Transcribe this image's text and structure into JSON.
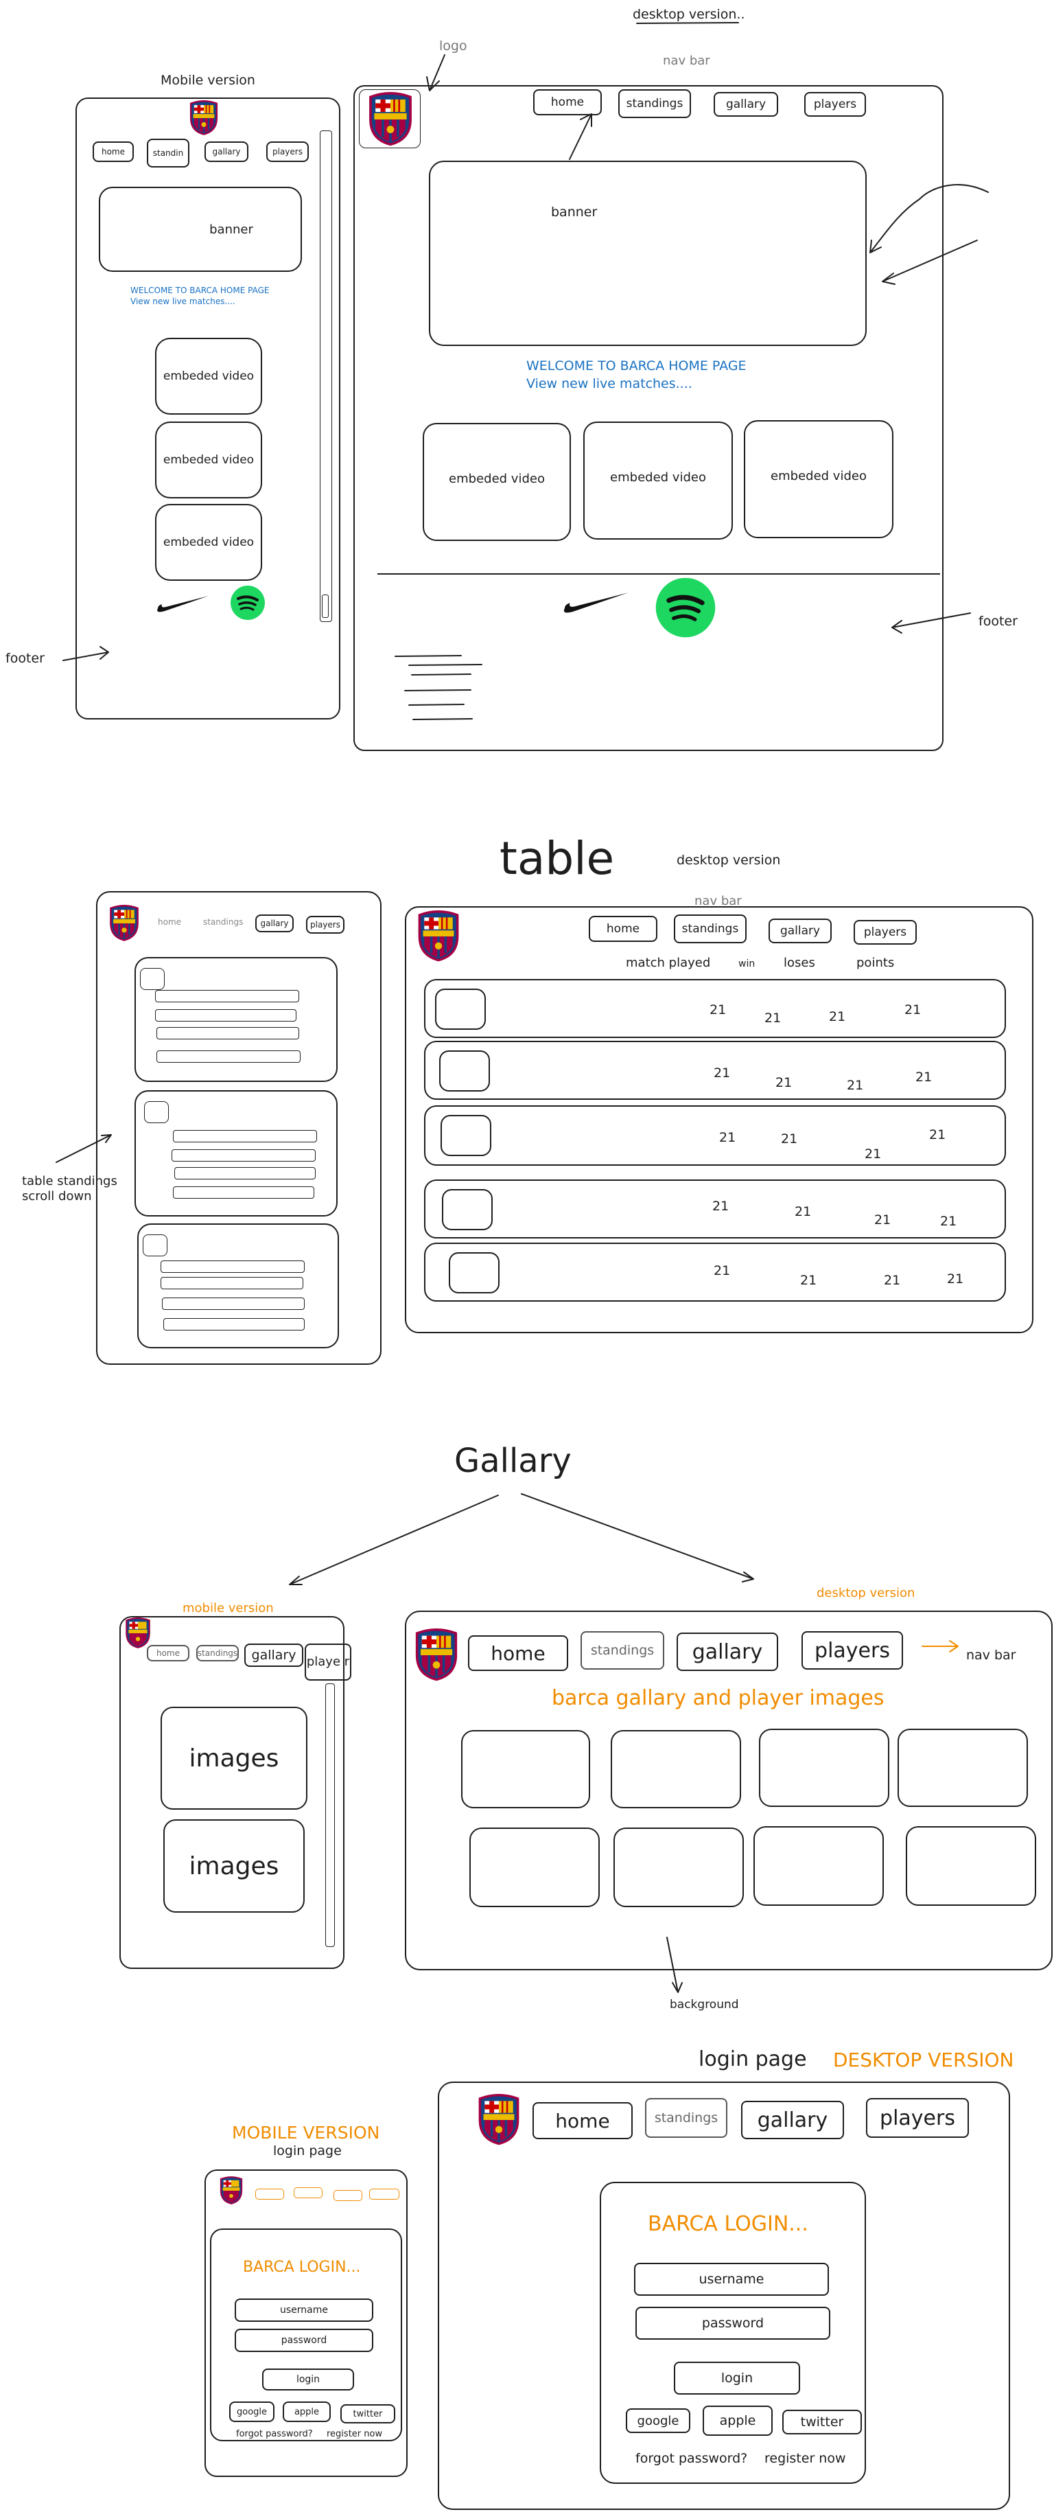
{
  "wireframe1": {
    "title_desktop": "desktop version..",
    "label_logo": "logo",
    "label_navbar": "nav bar",
    "label_mobile": "Mobile version",
    "label_footer_left": "footer",
    "label_footer_right": "footer",
    "nav": [
      "home",
      "standings",
      "gallary",
      "players"
    ],
    "mobile_nav": [
      "home",
      "standin",
      "gallary",
      "players"
    ],
    "banner": "banner",
    "welcome": "WELCOME TO BARCA HOME PAGE",
    "view_live": "View new live matches....",
    "embed": "embeded video"
  },
  "table": {
    "title": "table",
    "desktop_label": "desktop version",
    "navbar_label": "nav bar",
    "mobile_nav": [
      "home",
      "standings",
      "gallary",
      "players"
    ],
    "nav": [
      "home",
      "standings",
      "gallary",
      "players"
    ],
    "columns": [
      "match played",
      "win",
      "loses",
      "points"
    ],
    "rows": [
      [
        "21",
        "21",
        "21",
        "21"
      ],
      [
        "21",
        "21",
        "21",
        "21"
      ],
      [
        "21",
        "21",
        "21",
        "21"
      ],
      [
        "21",
        "21",
        "21",
        "21"
      ],
      [
        "21",
        "21",
        "21",
        "21"
      ]
    ],
    "annotation_line1": "table standings",
    "annotation_line2": "scroll down"
  },
  "gallery": {
    "title": "Gallary",
    "mobile_label": "mobile version",
    "desktop_label": "desktop version",
    "mobile_nav": [
      "home",
      "standings",
      "gallary",
      "playe r"
    ],
    "nav": [
      "home",
      "standings",
      "gallary",
      "players"
    ],
    "navbar_label": "nav bar",
    "heading": "barca gallary and player images",
    "images": "images",
    "background_label": "background"
  },
  "login": {
    "title": "login page",
    "desktop_label": "DESKTOP VERSION",
    "mobile_label": "MOBILE VERSION",
    "mobile_sub": "login page",
    "nav": [
      "home",
      "standings",
      "gallary",
      "players"
    ],
    "heading": "BARCA LOGIN...",
    "username": "username",
    "password": "password",
    "login_btn": "login",
    "social": [
      "google",
      "apple",
      "twitter"
    ],
    "forgot": "forgot password?",
    "register": "register now"
  },
  "colors": {
    "ink": "#1e1e1e",
    "blue": "#1971c2",
    "orange": "#f08c00",
    "spotify": "#1ed760",
    "barca_blue": "#154284",
    "barca_red": "#a50044",
    "barca_gold": "#edbb00"
  }
}
